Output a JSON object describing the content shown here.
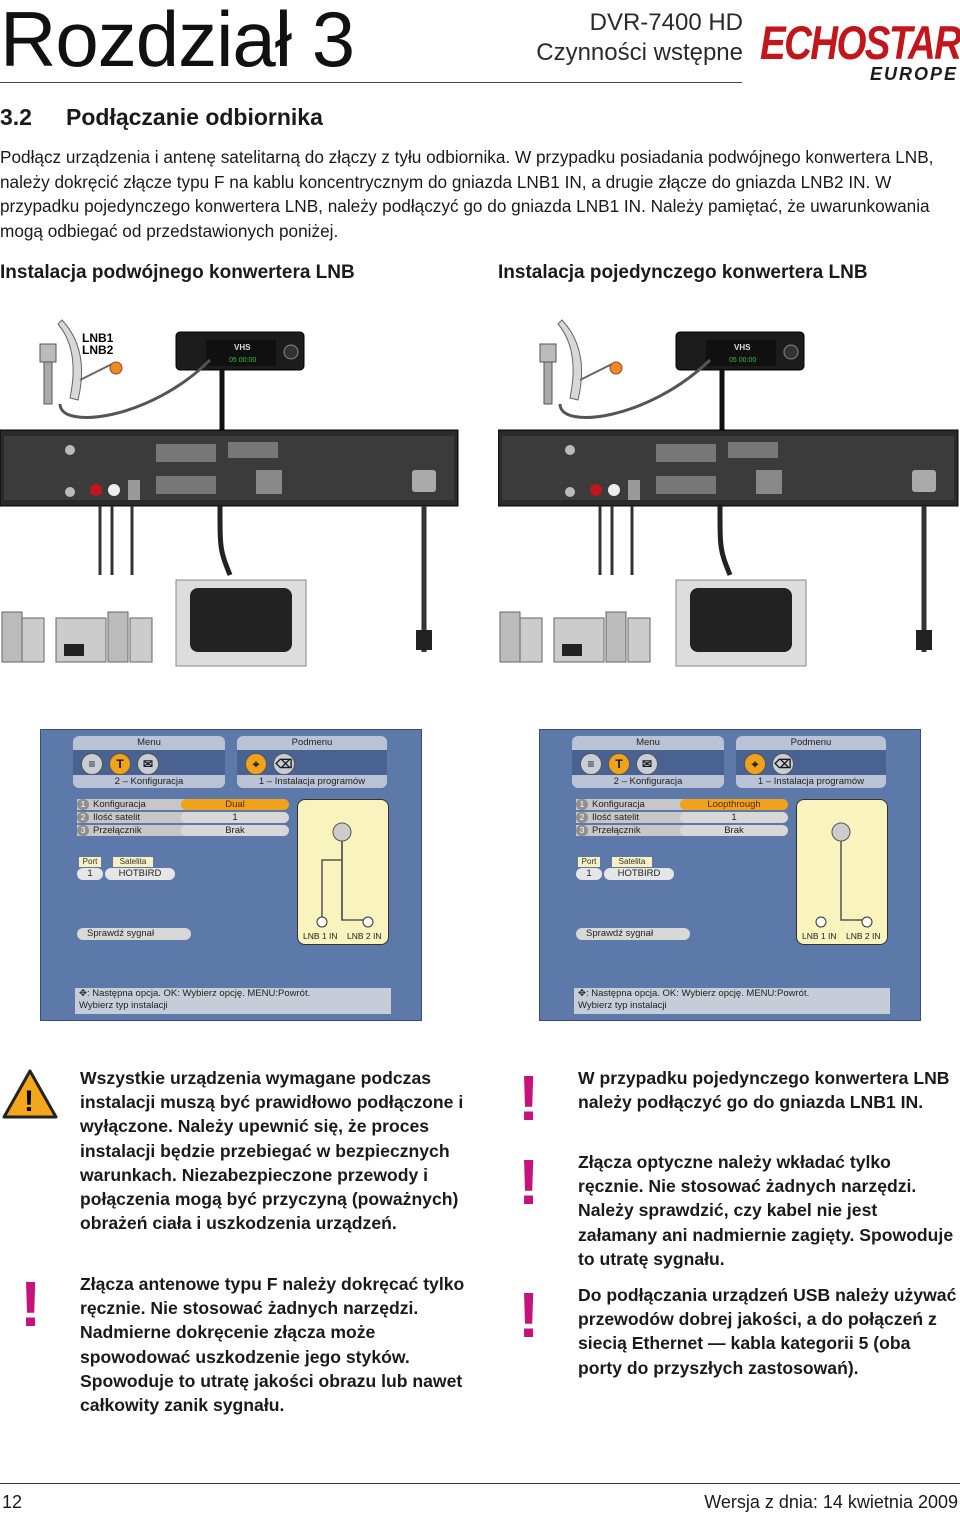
{
  "header": {
    "chapter": "Rozdział 3",
    "product_line1": "DVR-7400 HD",
    "product_line2": "Czynności wstępne",
    "logo_main": "ECHOSTAR",
    "logo_sub": "EUROPE"
  },
  "section": {
    "number": "3.2",
    "title": "Podłączanie odbiornika"
  },
  "intro": "Podłącz urządzenia i antenę satelitarną do złączy z tyłu odbiornika. W przypadku posiadania podwójnego konwertera LNB, należy dokręcić złącze typu F na kablu koncentrycznym do gniazda LNB1 IN, a drugie złącze do gniazda LNB2 IN. W przypadku pojedynczego konwertera LNB, należy podłączyć go do gniazda LNB1 IN. Należy pamiętać, że uwarunkowania mogą odbiegać od przedstawionych poniżej.",
  "captions": {
    "left": "Instalacja podwójnego konwertera LNB",
    "right": "Instalacja pojedynczego konwertera LNB"
  },
  "diagram_left": {
    "lnb1": "LNB1",
    "lnb2": "LNB2",
    "front_label": "VHS",
    "clock": "05 00:00"
  },
  "diagram_right": {
    "front_label": "VHS",
    "clock": "05 00:00"
  },
  "screen_left": {
    "tab1": "Menu",
    "tab1_sub": "2 – Konfiguracja",
    "tab2": "Podmenu",
    "tab2_sub": "1 – Instalacja programów",
    "rows": [
      {
        "num": "1",
        "label": "Konfiguracja",
        "value": "Dual"
      },
      {
        "num": "2",
        "label": "Ilość satelit",
        "value": "1"
      },
      {
        "num": "3",
        "label": "Przełącznik",
        "value": "Brak"
      }
    ],
    "port_hdr": "Port",
    "sat_hdr": "Satelita",
    "port_val": "1",
    "sat_val": "HOTBIRD",
    "signal": "Sprawdź sygnał",
    "lnb1": "LNB 1 IN",
    "lnb2": "LNB 2 IN",
    "help1": ": Następna opcja.   OK: Wybierz opcję.   MENU:Powrót.",
    "help2": "Wybierz typ instalacji"
  },
  "screen_right": {
    "tab1": "Menu",
    "tab1_sub": "2 – Konfiguracja",
    "tab2": "Podmenu",
    "tab2_sub": "1 – Instalacja programów",
    "rows": [
      {
        "num": "1",
        "label": "Konfiguracja",
        "value": "Loopthrough"
      },
      {
        "num": "2",
        "label": "Ilość satelit",
        "value": "1"
      },
      {
        "num": "3",
        "label": "Przełącznik",
        "value": "Brak"
      }
    ],
    "port_hdr": "Port",
    "sat_hdr": "Satelita",
    "port_val": "1",
    "sat_val": "HOTBIRD",
    "signal": "Sprawdź sygnał",
    "lnb1": "LNB 1 IN",
    "lnb2": "LNB 2 IN",
    "help1": ": Następna opcja.   OK: Wybierz opcję.   MENU:Powrót.",
    "help2": "Wybierz typ instalacji"
  },
  "warnings": {
    "w1": "Wszystkie urządzenia wymagane podczas instalacji muszą być prawidłowo podłączone i wyłączone. Należy upewnić się, że proces instalacji będzie przebiegać w bezpiecznych warunkach. Niezabezpieczone przewody i połączenia mogą być przyczyną (poważnych) obrażeń ciała i uszkodzenia urządzeń.",
    "w2": "Złącza antenowe typu F należy dokręcać tylko ręcznie. Nie stosować żadnych narzędzi. Nadmierne dokręcenie złącza może spowodować uszkodzenie jego styków. Spowoduje to utratę jakości obrazu lub nawet całkowity zanik sygnału.",
    "w3": "W przypadku pojedynczego konwertera LNB należy podłączyć go do gniazda LNB1 IN.",
    "w4": "Złącza optyczne należy wkładać tylko ręcznie. Nie stosować żadnych narzędzi. Należy sprawdzić, czy kabel nie jest załamany ani nadmiernie zagięty. Spowoduje to utratę sygnału.",
    "w5": "Do podłączania urządzeń USB należy używać przewodów dobrej jakości, a do połączeń z siecią Ethernet — kabla kategorii 5 (oba porty do przyszłych zastosowań)."
  },
  "footer": {
    "page": "12",
    "version": "Wersja z dnia: 14 kwietnia 2009"
  }
}
